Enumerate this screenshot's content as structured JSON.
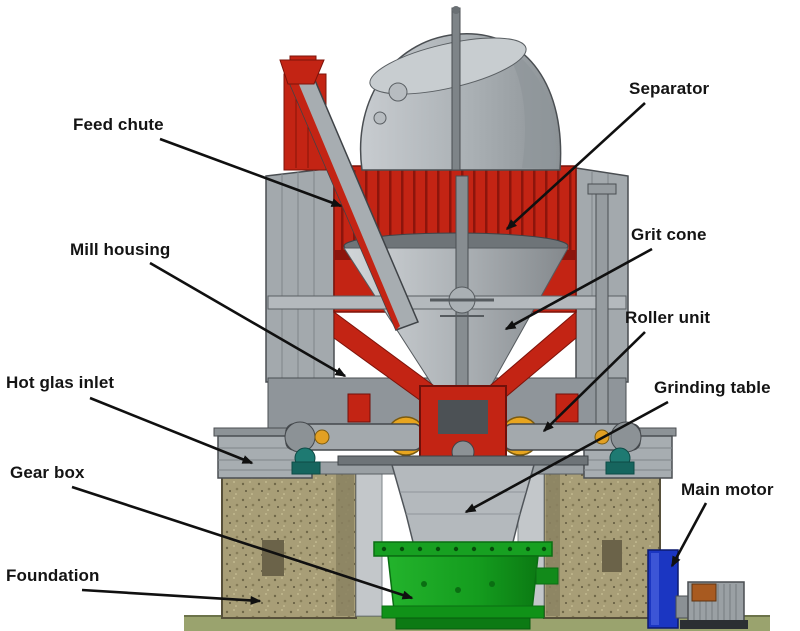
{
  "labels": [
    {
      "id": "feed-chute",
      "text": "Feed chute"
    },
    {
      "id": "separator",
      "text": "Separator"
    },
    {
      "id": "mill-housing",
      "text": "Mill housing"
    },
    {
      "id": "grit-cone",
      "text": "Grit cone"
    },
    {
      "id": "roller-unit",
      "text": "Roller unit"
    },
    {
      "id": "hot-glas-inlet",
      "text": "Hot glas inlet"
    },
    {
      "id": "grinding-table",
      "text": "Grinding table"
    },
    {
      "id": "gear-box",
      "text": "Gear box"
    },
    {
      "id": "main-motor",
      "text": "Main motor"
    },
    {
      "id": "foundation",
      "text": "Foundation"
    }
  ],
  "colors": {
    "housing_red": "#c32414",
    "steel_grey": "#a3a9ad",
    "gearbox_green": "#149c1e",
    "motor_blue": "#1b36c2",
    "bearing_teal": "#1e7a72",
    "hub_yellow": "#e8a51f",
    "foundation_tan": "#a89e77",
    "label_text": "#141414",
    "background": "#ffffff"
  }
}
